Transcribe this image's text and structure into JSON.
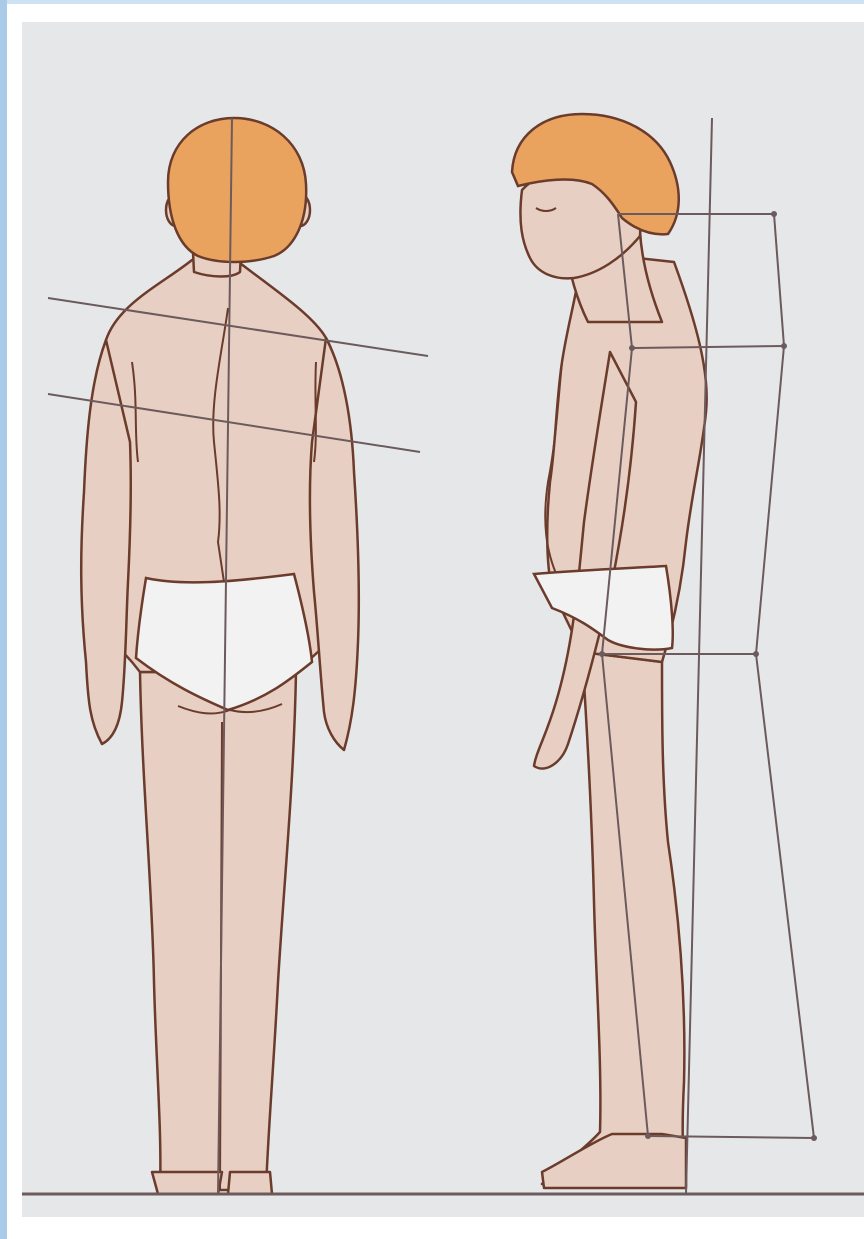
{
  "colors": {
    "background": "#e6e7e9",
    "skin": "#e7d0c3",
    "hair": "#e9a35f",
    "briefs": "#f3f2f2",
    "outline": "#6b3b2b",
    "reference_lines": "#6c5a5c",
    "frame_accent": "#a9cbe8"
  },
  "figures": [
    {
      "view": "back",
      "features": [
        "midline",
        "shoulder-tilt-line",
        "scapula-tilt-line",
        "curved-spine"
      ]
    },
    {
      "view": "side",
      "features": [
        "plumb-line",
        "posture-outline-box"
      ]
    }
  ]
}
